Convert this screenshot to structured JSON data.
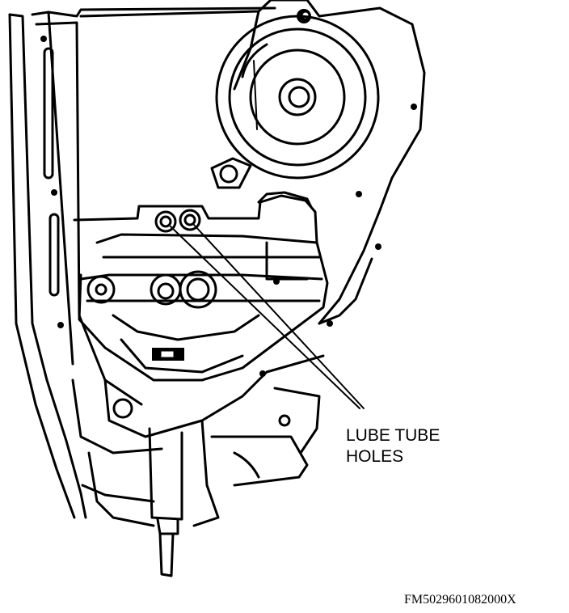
{
  "callout": {
    "line1": "LUBE TUBE",
    "line2": "HOLES"
  },
  "figure_id": "FM5029601082000X"
}
